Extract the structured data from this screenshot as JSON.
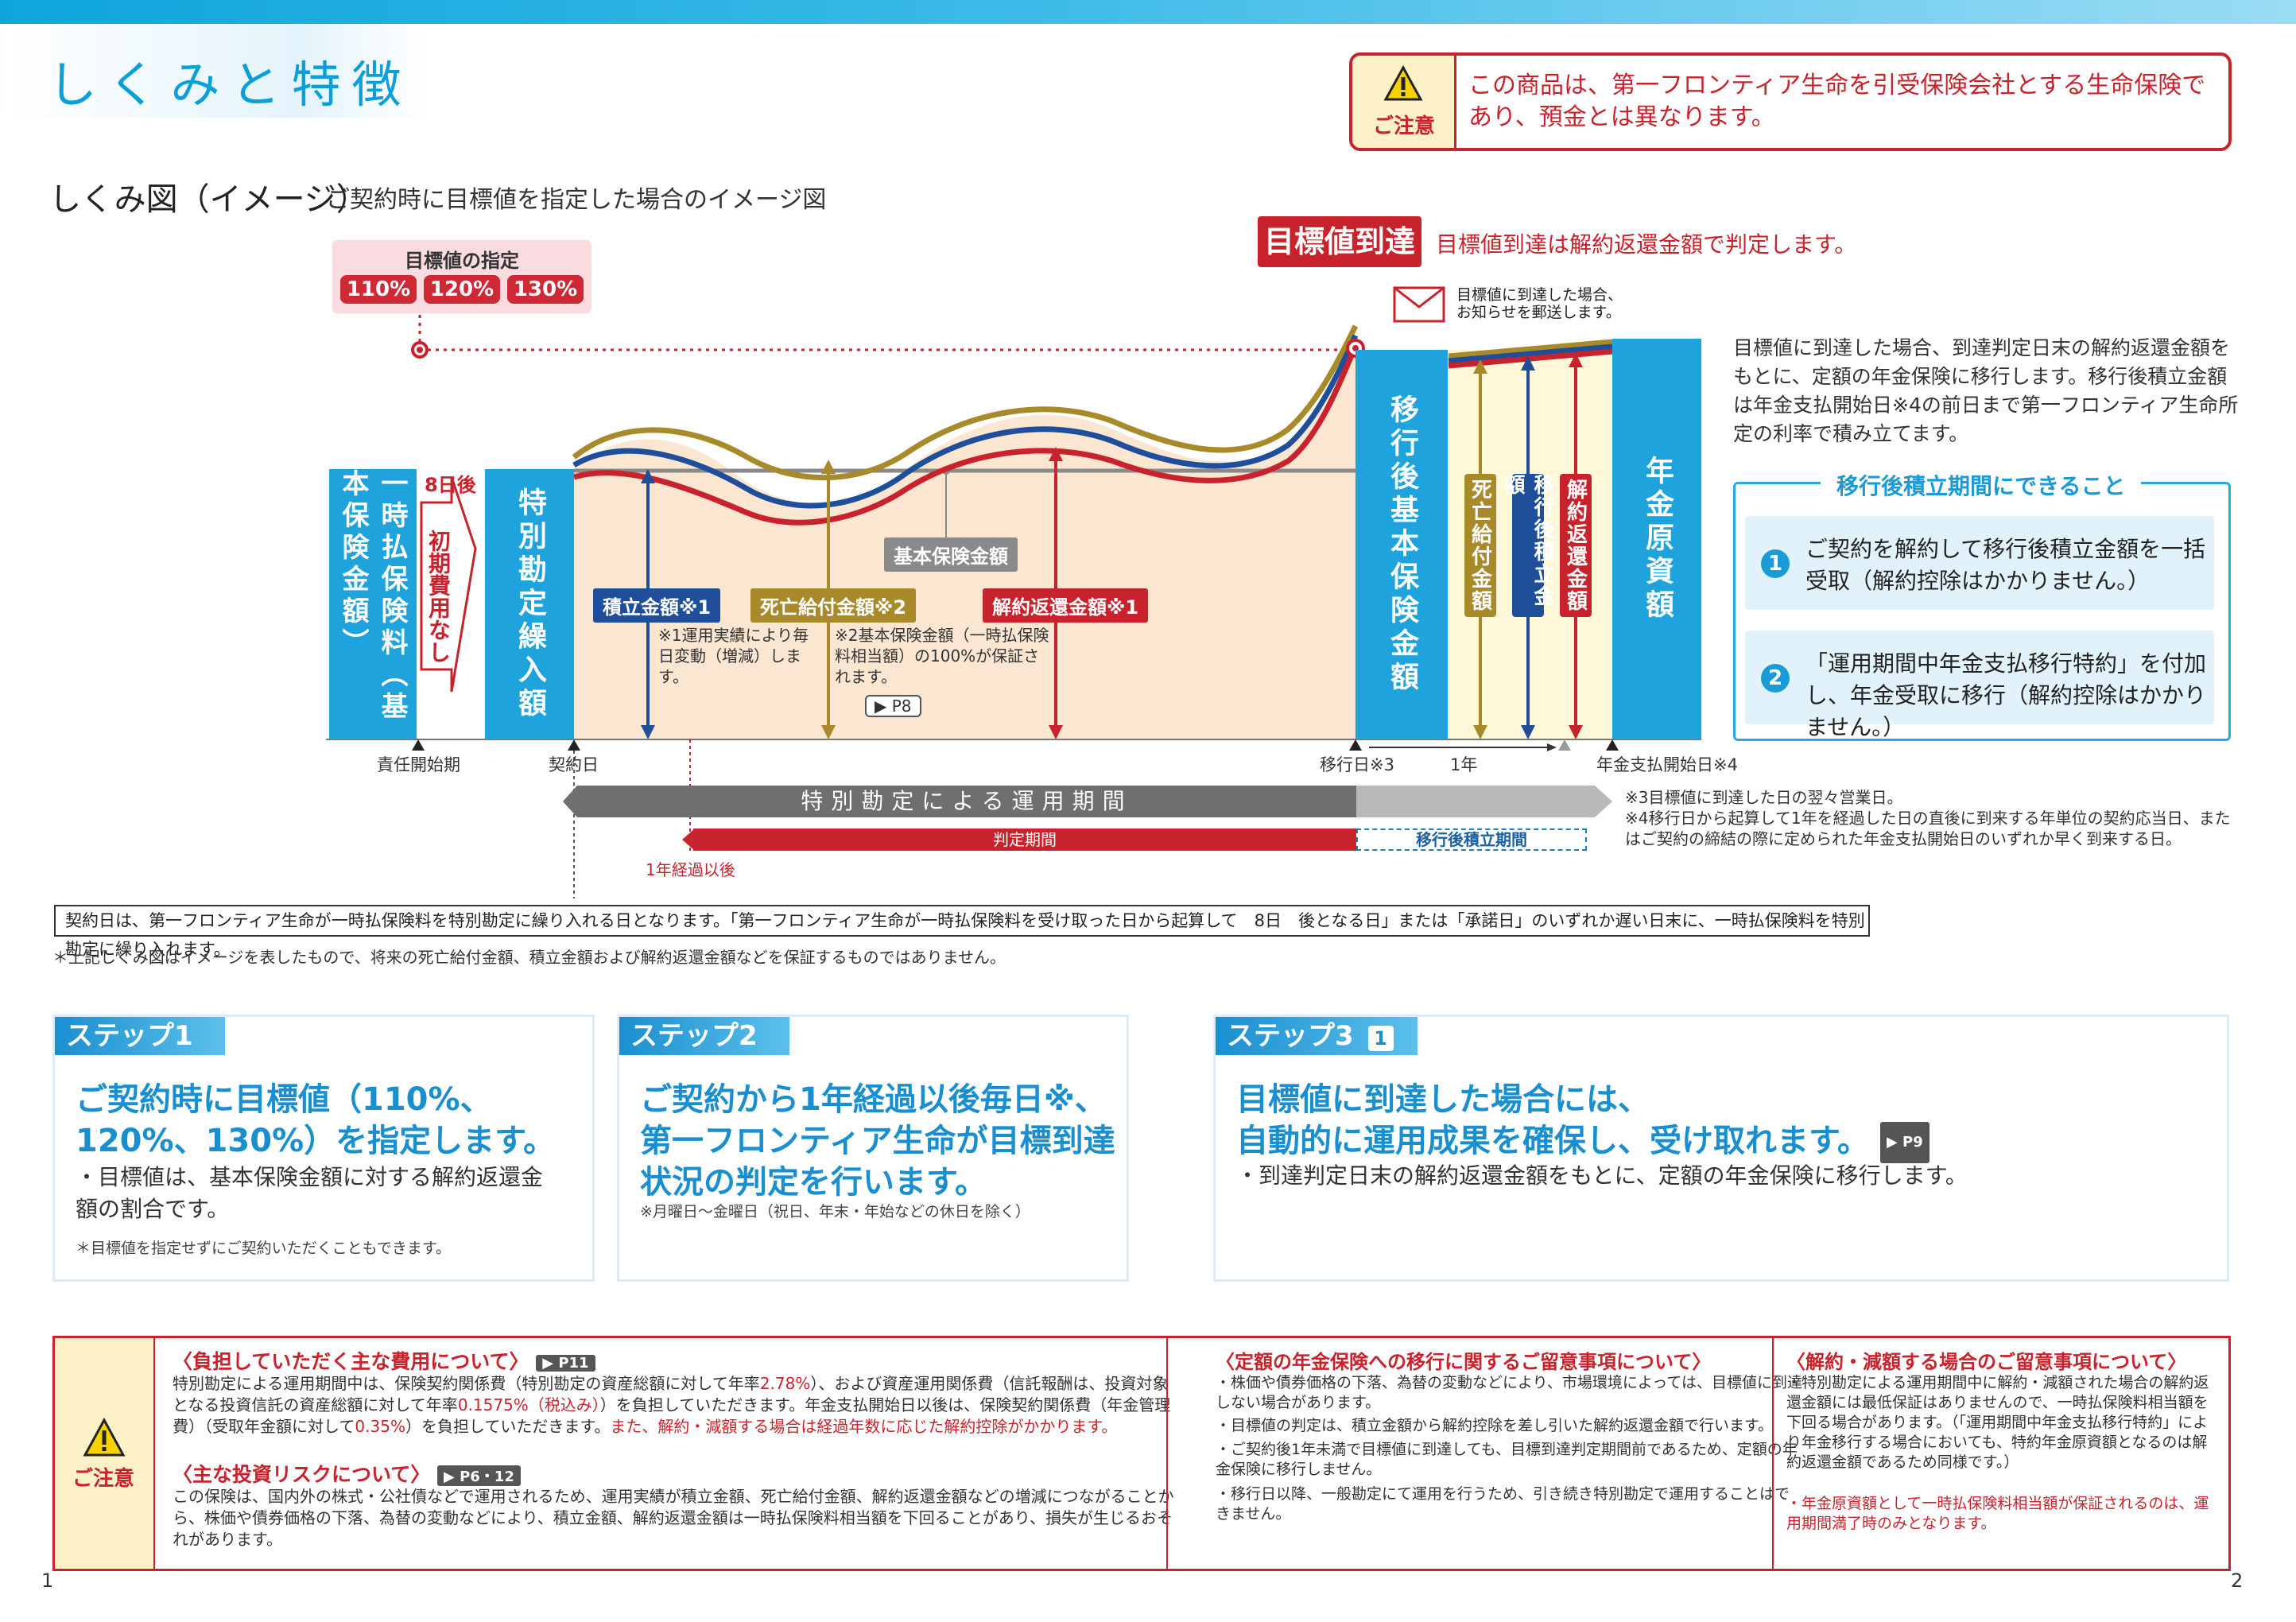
{
  "header": {
    "title": "しくみと特徴",
    "caution_label": "ご注意",
    "caution_text": "この商品は、第一フロンティア生命を引受保険会社とする生命保険であり、預金とは異なります。"
  },
  "diagram": {
    "heading": "しくみ図（イメージ）",
    "subheading": "ご契約時に目標値を指定した場合のイメージ図",
    "target_label": "目標値の指定",
    "targets": [
      "110%",
      "120%",
      "130%"
    ],
    "reach_badge": "目標値到達",
    "reach_note": "目標値到達は解約返還金額で判定します。",
    "mail_note": "目標値に到達した場合、お知らせを郵送します。",
    "col_premium": "一時払保険料（基本保険金額）",
    "days_after": "8日後",
    "no_initial_cost": "初期費用なし",
    "col_special": "特別勘定繰入額",
    "col_transfer": "移行後基本保険金額",
    "tag_death": "死亡給付金額",
    "tag_reserve": "移行後積立金額",
    "tag_surrender": "解約返還金額",
    "col_pension": "年金原資額",
    "label_base": "基本保険金額",
    "label_reserve": "積立金額※1",
    "label_death": "死亡給付金額※2",
    "label_surrender": "解約返還金額※1",
    "note1": "※1運用実績により毎日変動（増減）します。",
    "note2": "※2基本保険金額（一時払保険料相当額）の100%が保証されます。",
    "p8": "P8",
    "tick_start": "責任開始期",
    "tick_contract": "契約日",
    "tick_transfer": "移行日※3",
    "tick_1y": "1年",
    "tick_pension": "年金支払開始日※4",
    "period_special": "特別勘定による運用期間",
    "period_judge": "判定期間",
    "period_after": "移行後積立期間",
    "after_1y": "1年経過以後",
    "note3": "※3目標値に到達した日の翌々営業日。",
    "note4": "※4移行日から起算して1年を経過した日の直後に到来する年単位の契約応当日、またはご契約の締結の際に定められた年金支払開始日のいずれか早く到来する日。",
    "right_note": "目標値に到達した場合、到達判定日末の解約返還金額をもとに、定額の年金保険に移行します。移行後積立金額は年金支払開始日※4の前日まで第一フロンティア生命所定の利率で積み立てます。",
    "accumulate_title": "移行後積立期間にできること",
    "accumulate_items": [
      "ご契約を解約して移行後積立金額を一括受取（解約控除はかかりません。）",
      "「運用期間中年金支払移行特約」を付加し、年金受取に移行（解約控除はかかりません。）"
    ],
    "contract_note": "契約日は、第一フロンティア生命が一時払保険料を特別勘定に繰り入れる日となります。「第一フロンティア生命が一時払保険料を受け取った日から起算して　8日　後となる日」または「承諾日」のいずれか遅い日末に、一時払保険料を特別勘定に繰り入れます。",
    "disclaimer": "＊上記しくみ図はイメージを表したもので、将来の死亡給付金額、積立金額および解約返還金額などを保証するものではありません。"
  },
  "steps": [
    {
      "head": "ステップ1",
      "big": "ご契約時に目標値（110%、120%、130%）を指定します。",
      "small": "・目標値は、基本保険金額に対する解約返還金額の割合です。",
      "tiny": "＊目標値を指定せずにご契約いただくこともできます。"
    },
    {
      "head": "ステップ2",
      "big": "ご契約から1年経過以後毎日※、第一フロンティア生命が目標到達状況の判定を行います。",
      "tiny": "※月曜日～金曜日（祝日、年末・年始などの休日を除く）"
    },
    {
      "head": "ステップ3",
      "num": "1",
      "big1": "目標値に到達した場合には、",
      "big2": "自動的に運用成果を確保し、受け取れます。",
      "ref": "P9",
      "small": "・到達判定日末の解約返還金額をもとに、定額の年金保険に移行します。"
    }
  ],
  "bottom": {
    "caution_label": "ご注意",
    "cost_head": "〈負担していただく主な費用について〉",
    "cost_ref": "P11",
    "cost_text_a": "特別勘定による運用期間中は、保険契約関係費（特別勘定の資産総額に対して年率",
    "cost_rate1": "2.78%",
    "cost_text_b": "）、および資産運用関係費（信託報酬は、投資対象となる投資信託の資産総額に対して年率",
    "cost_rate2": "0.1575%（税込み）",
    "cost_text_c": "）を負担していただきます。年金支払開始日以後は、保険契約関係費（年金管理費）（受取年金額に対して",
    "cost_rate3": "0.35%",
    "cost_text_d": "）を負担していただきます。",
    "cost_text_red": "また、解約・減額する場合は経過年数に応じた解約控除がかかります。",
    "risk_head": "〈主な投資リスクについて〉",
    "risk_ref": "P6・12",
    "risk_text": "この保険は、国内外の株式・公社債などで運用されるため、運用実績が積立金額、死亡給付金額、解約返還金額などの増減につながることから、株価や債券価格の下落、為替の変動などにより、積立金額、解約返還金額は一時払保険料相当額を下回ることがあり、損失が生じるおそれがあります。",
    "transfer_head": "〈定額の年金保険への移行に関するご留意事項について〉",
    "transfer_items": [
      "・株価や債券価格の下落、為替の変動などにより、市場環境によっては、目標値に到達しない場合があります。",
      "・目標値の判定は、積立金額から解約控除を差し引いた解約返還金額で行います。",
      "・ご契約後1年未満で目標値に到達しても、目標到達判定期間前であるため、定額の年金保険に移行しません。",
      "・移行日以降、一般勘定にて運用を行うため、引き続き特別勘定で運用することはできません。"
    ],
    "cancel_head": "〈解約・減額する場合のご留意事項について〉",
    "cancel_text": "・特別勘定による運用期間中に解約・減額された場合の解約返還金額には最低保証はありませんので、一時払保険料相当額を下回る場合があります。（「運用期間中年金支払移行特約」により年金移行する場合においても、特約年金原資額となるのは解約返還金額であるため同様です。）",
    "cancel_red": "・年金原資額として一時払保険料相当額が保証されるのは、運用期間満了時のみとなります。"
  },
  "page_numbers": {
    "left": "1",
    "right": "2"
  },
  "colors": {
    "accent_blue": "#1fa3dc",
    "caution_red": "#c8232c",
    "gold": "#a88a2a",
    "navy": "#1f4e9a",
    "fill_peach": "#fbe6d2"
  }
}
